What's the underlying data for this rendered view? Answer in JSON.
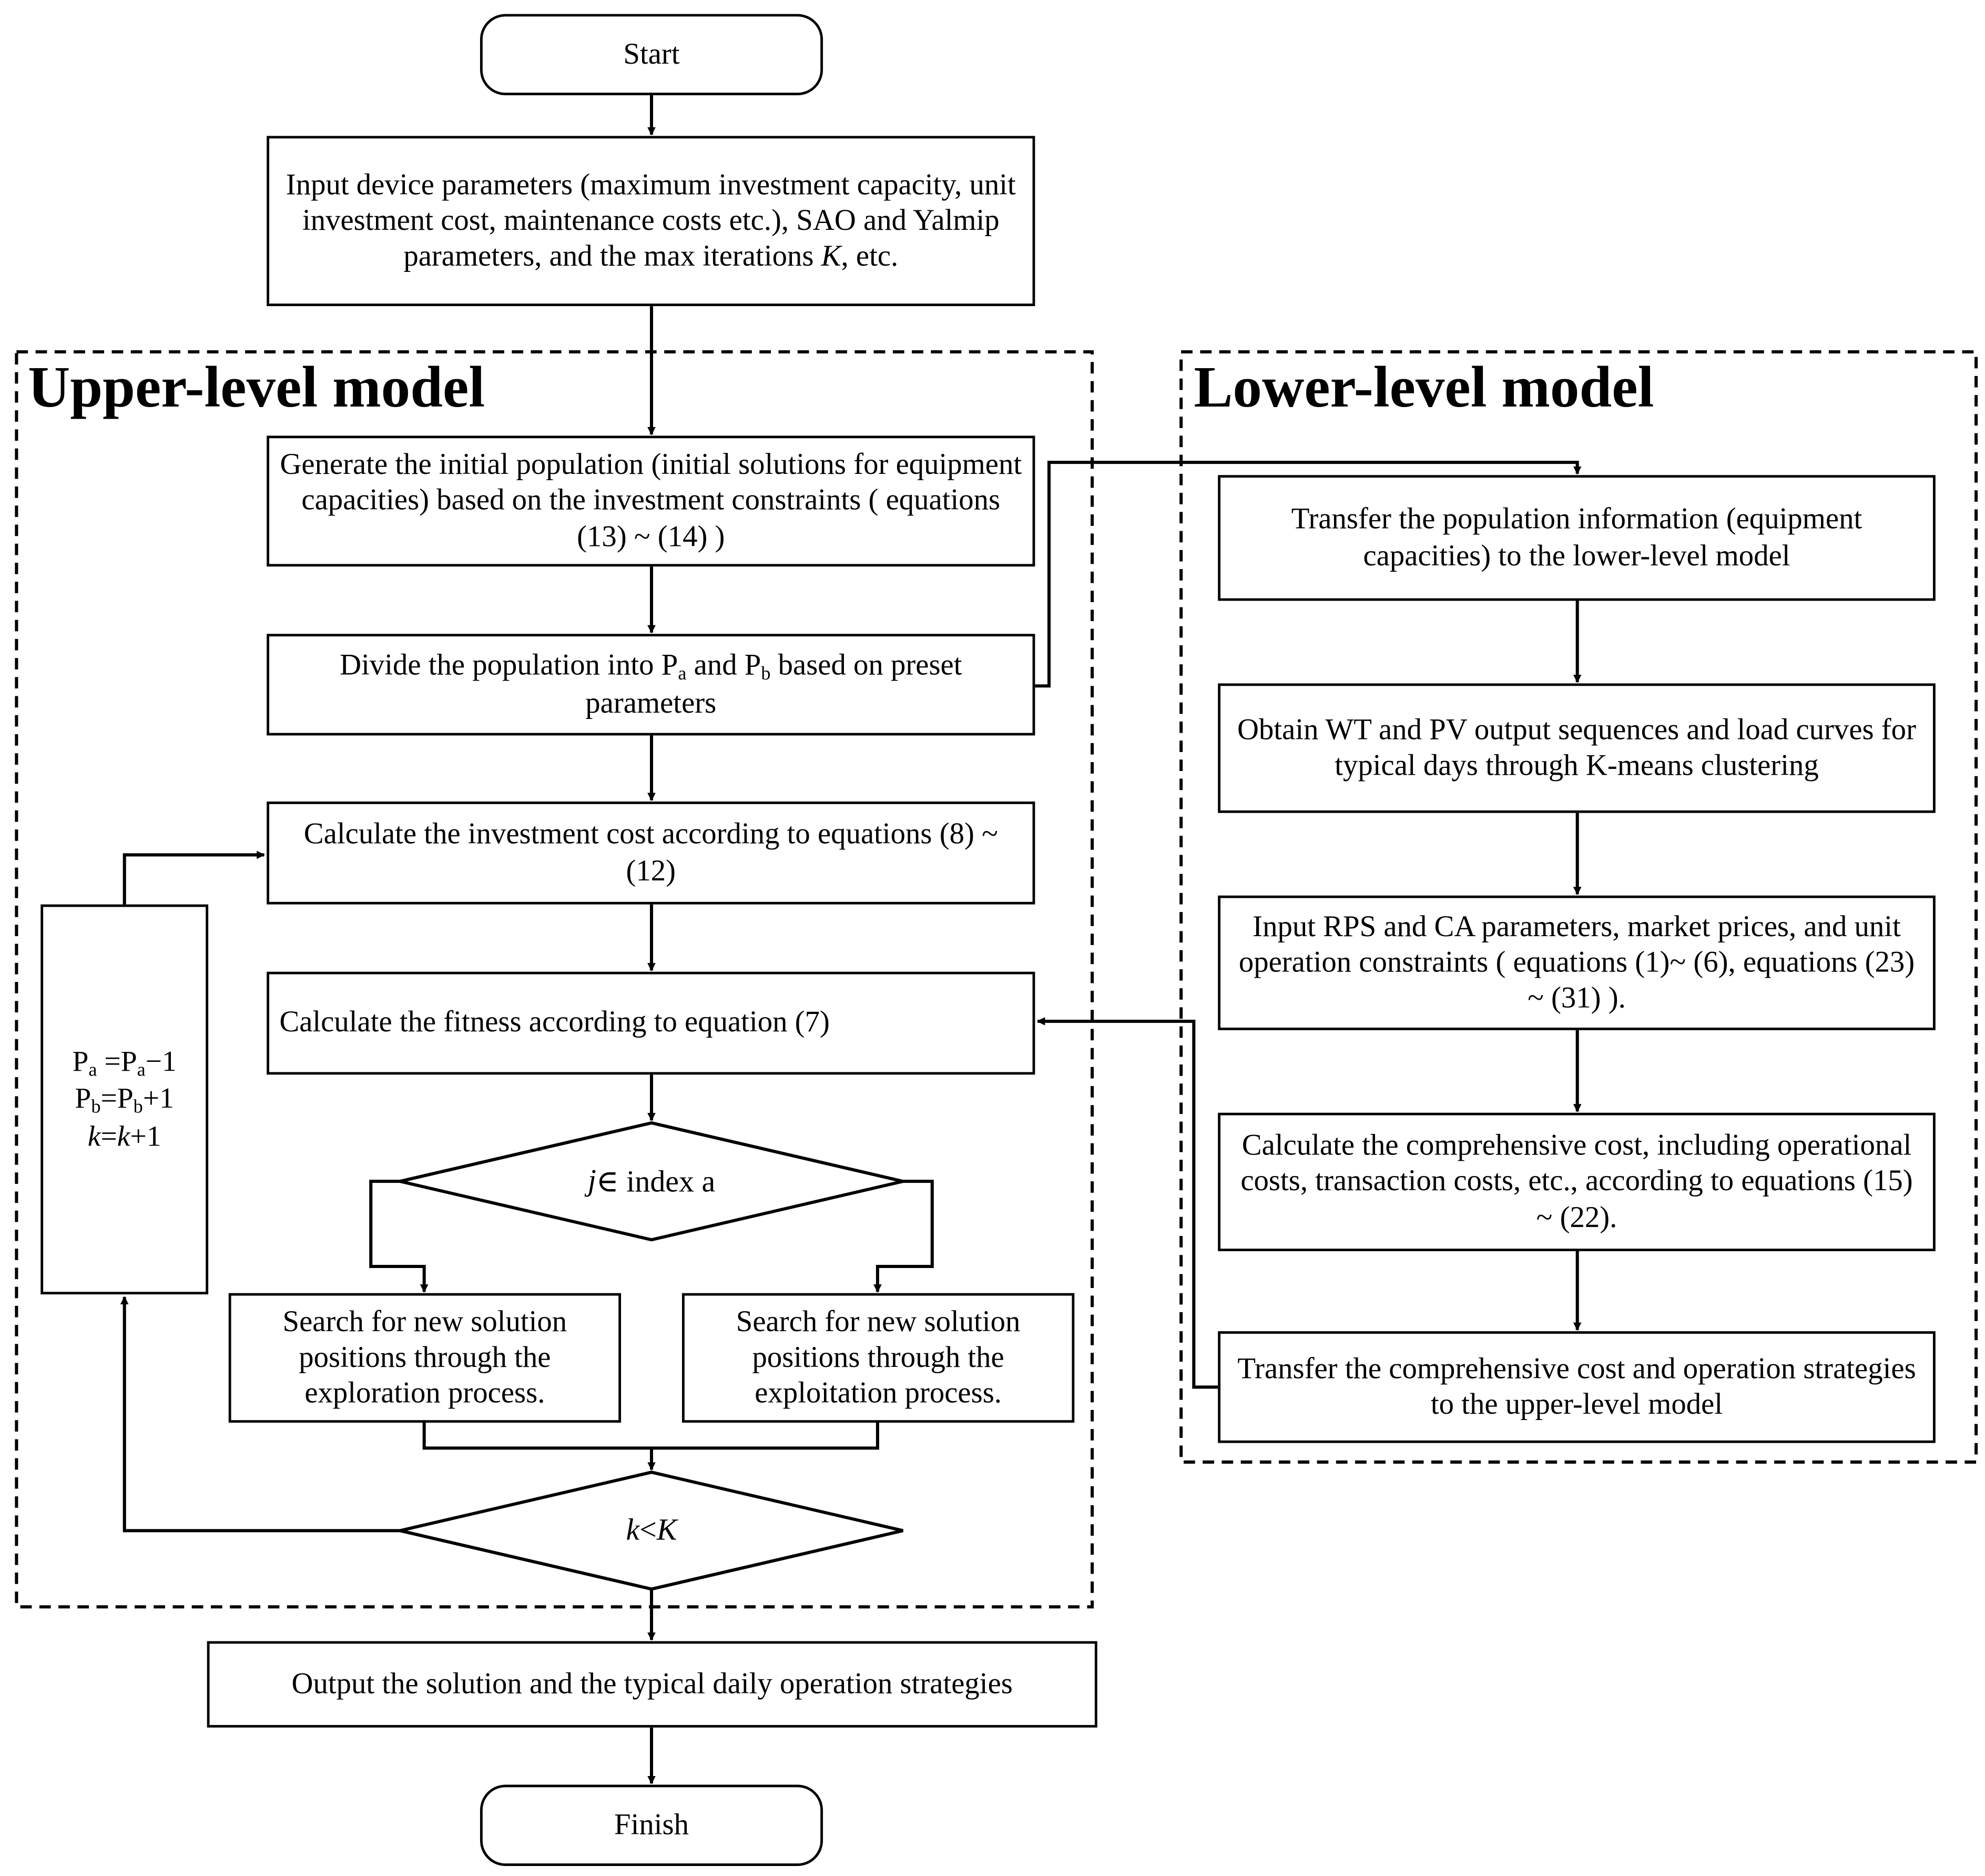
{
  "regions": {
    "upper": "Upper-level model",
    "lower": "Lower-level model"
  },
  "nodes": {
    "start": "Start",
    "input": "Input device parameters (maximum investment capacity, unit investment cost, maintenance costs etc.), SAO and Yalmip parameters, and the max iterations K, etc.",
    "generate": "Generate the initial population (initial solutions for equipment capacities) based on the investment constraints ( equations (13) ~ (14) )",
    "divide": "Divide the population into Pa and Pb based on preset parameters",
    "invest": "Calculate the investment cost according to equations (8) ~ (12)",
    "fitness": "Calculate the fitness according to equation (7)",
    "decision_index": "j∈ index a",
    "exploration": "Search for new solution positions through the exploration process.",
    "exploitation": "Search for new solution positions through the exploitation process.",
    "decision_iter": "k < K",
    "output": "Output the solution and the typical daily operation strategies",
    "finish": "Finish",
    "transfer_pop": "Transfer the population information (equipment capacities) to the lower-level model",
    "obtain": "Obtain WT and PV output sequences and load curves for typical days through K-means clustering",
    "input_rps": "Input RPS and CA parameters, market prices, and unit operation constraints ( equations (1)~ (6), equations (23) ~ (31) ).",
    "comprehensive": "Calculate the comprehensive cost, including operational costs, transaction costs, etc., according to equations (15) ~ (22).",
    "transfer_cost": "Transfer the comprehensive cost and operation strategies  to the upper-level model"
  },
  "counter": {
    "line1": "Pa =Pa−1",
    "line2": "Pb=Pb+1",
    "line3": "k=k+1"
  }
}
